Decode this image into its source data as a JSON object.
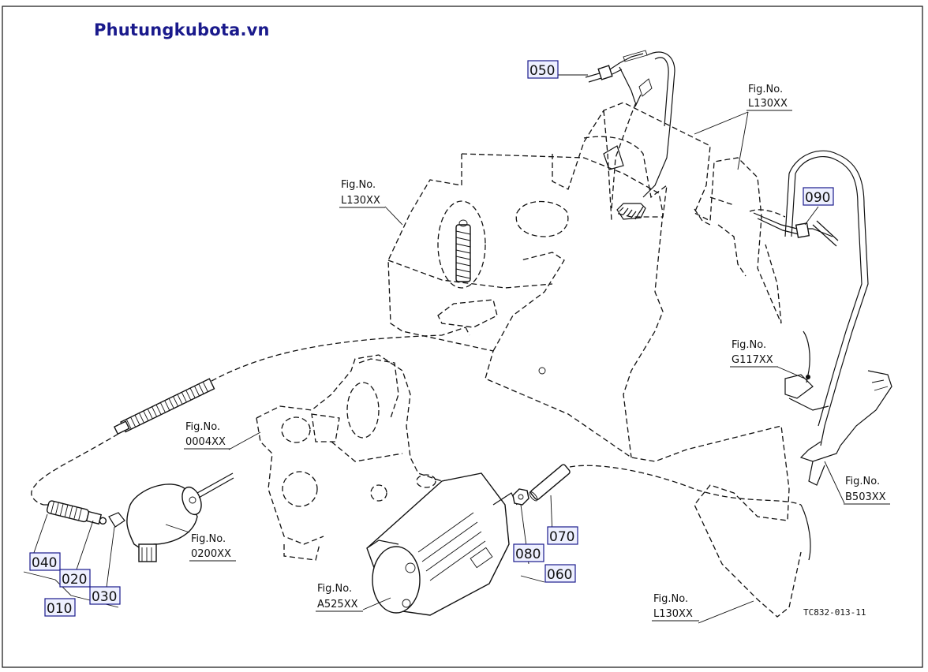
{
  "header": {
    "site": "Phutungkubota.vn"
  },
  "fig_refs": [
    {
      "id": "L130-top-right",
      "line1": "Fig.No.",
      "line2": "L130XX"
    },
    {
      "id": "L130-mid",
      "line1": "Fig.No.",
      "line2": "L130XX"
    },
    {
      "id": "G117",
      "line1": "Fig.No.",
      "line2": "G117XX"
    },
    {
      "id": "0004",
      "line1": "Fig.No.",
      "line2": "0004XX"
    },
    {
      "id": "0200",
      "line1": "Fig.No.",
      "line2": "0200XX"
    },
    {
      "id": "B503",
      "line1": "Fig.No.",
      "line2": "B503XX"
    },
    {
      "id": "A525",
      "line1": "Fig.No.",
      "line2": "A525XX"
    },
    {
      "id": "L130-bottom",
      "line1": "Fig.No.",
      "line2": "L130XX"
    }
  ],
  "part_numbers": [
    "050",
    "090",
    "040",
    "020",
    "030",
    "010",
    "070",
    "080",
    "060"
  ],
  "drawing_code": "TC832-013-11",
  "colors": {
    "accent": "#1a1a8c",
    "line": "#111111",
    "label_bg": "#eef0ff"
  }
}
